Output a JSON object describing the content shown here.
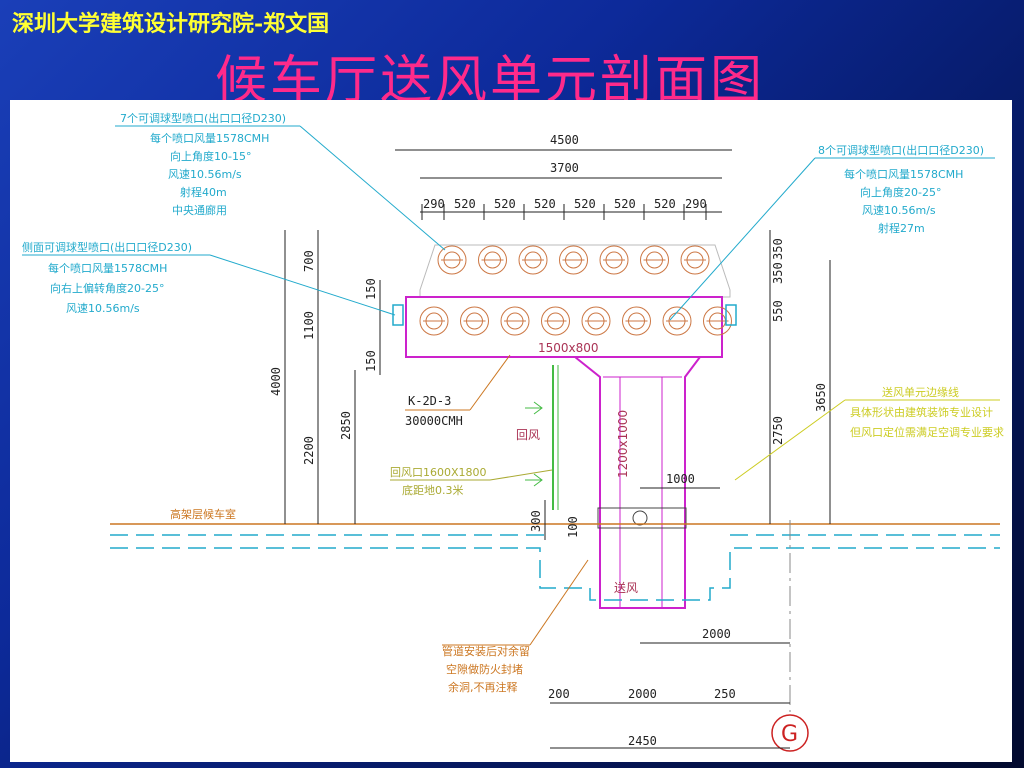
{
  "header": {
    "org": "深圳大学建筑设计研究院-郑文国",
    "title": "候车厅送风单元剖面图"
  },
  "dims_top": {
    "total": "4500",
    "inner": "3700",
    "segments": [
      "290",
      "520",
      "520",
      "520",
      "520",
      "520",
      "520",
      "290"
    ]
  },
  "dims_left": {
    "d700": "700",
    "d150a": "150",
    "d1100": "1100",
    "d150b": "150",
    "d4000": "4000",
    "d2200": "2200",
    "d2850": "2850",
    "d300": "300",
    "d100": "100"
  },
  "dims_right": {
    "d350a": "350",
    "d350b": "350",
    "d550": "550",
    "d3650": "3650",
    "d2750": "2750"
  },
  "dims_bottom": {
    "d1000": "1000",
    "d2000a": "2000",
    "d200": "200",
    "d2000b": "2000",
    "d250": "250",
    "d2450": "2450"
  },
  "labels": {
    "duct_size": "1500x800",
    "riser_size": "1200x1000",
    "unit_code": "K-2D-3",
    "unit_flow": "30000CMH",
    "return_air": "回风",
    "supply_air": "送风",
    "floor_label": "高架层候车室",
    "axis": "G"
  },
  "notes": {
    "top_left": [
      "7个可调球型喷口(出口口径D230)",
      "每个喷口风量1578CMH",
      "向上角度10-15°",
      "风速10.56m/s",
      "射程40m",
      "中央通廊用"
    ],
    "side_left": [
      "侧面可调球型喷口(出口口径D230)",
      "每个喷口风量1578CMH",
      "向右上偏转角度20-25°",
      "风速10.56m/s"
    ],
    "top_right": [
      "8个可调球型喷口(出口口径D230)",
      "每个喷口风量1578CMH",
      "向上角度20-25°",
      "风速10.56m/s",
      "射程27m"
    ],
    "right_yellow": [
      "送风单元边缘线",
      "具体形状由建筑装饰专业设计",
      "但风口定位需满足空调专业要求"
    ],
    "return_grille": [
      "回风口1600X1800",
      "底距地0.3米"
    ],
    "bottom_orange": [
      "管道安装后对余留",
      "空隙做防火封堵",
      "余洞,不再注释"
    ]
  },
  "colors": {
    "title": "#ff2a8a",
    "org": "#ffff33",
    "magenta": "#cc22cc",
    "cyan": "#22aacc"
  }
}
